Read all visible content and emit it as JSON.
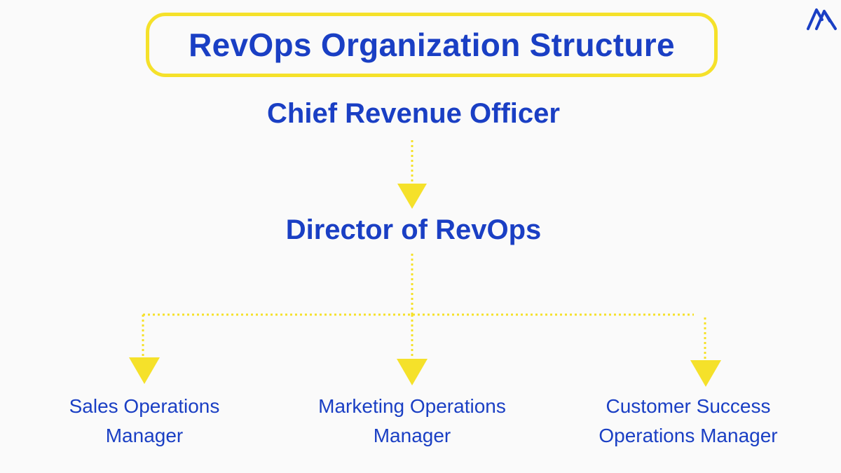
{
  "title": "RevOps Organization Structure",
  "nodes": {
    "cro": "Chief Revenue Officer",
    "director": "Director of RevOps"
  },
  "managers": [
    {
      "line1": "Sales Operations",
      "line2": "Manager"
    },
    {
      "line1": "Marketing Operations",
      "line2": "Manager"
    },
    {
      "line1": "Customer Success",
      "line2": "Operations Manager"
    }
  ],
  "colors": {
    "text": "#1a3fc4",
    "accent": "#f5e12a",
    "background": "#fafafa"
  },
  "icons": {
    "logo": "brand-logo-icon",
    "arrow": "down-triangle-arrow-icon"
  }
}
